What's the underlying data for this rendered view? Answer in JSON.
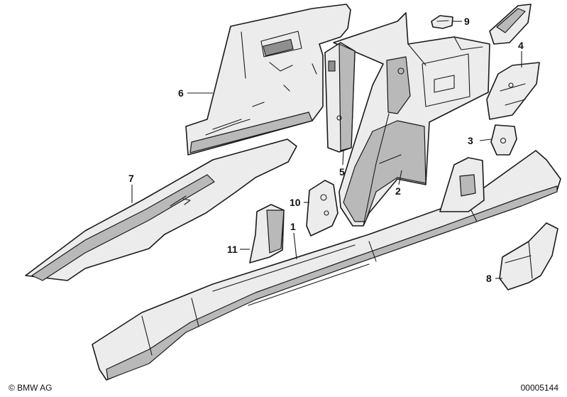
{
  "callouts": [
    "1",
    "2",
    "3",
    "4",
    "5",
    "6",
    "7",
    "8",
    "9",
    "10",
    "11"
  ],
  "footer": {
    "copyright": "© BMW AG",
    "doc_number": "00005144"
  }
}
